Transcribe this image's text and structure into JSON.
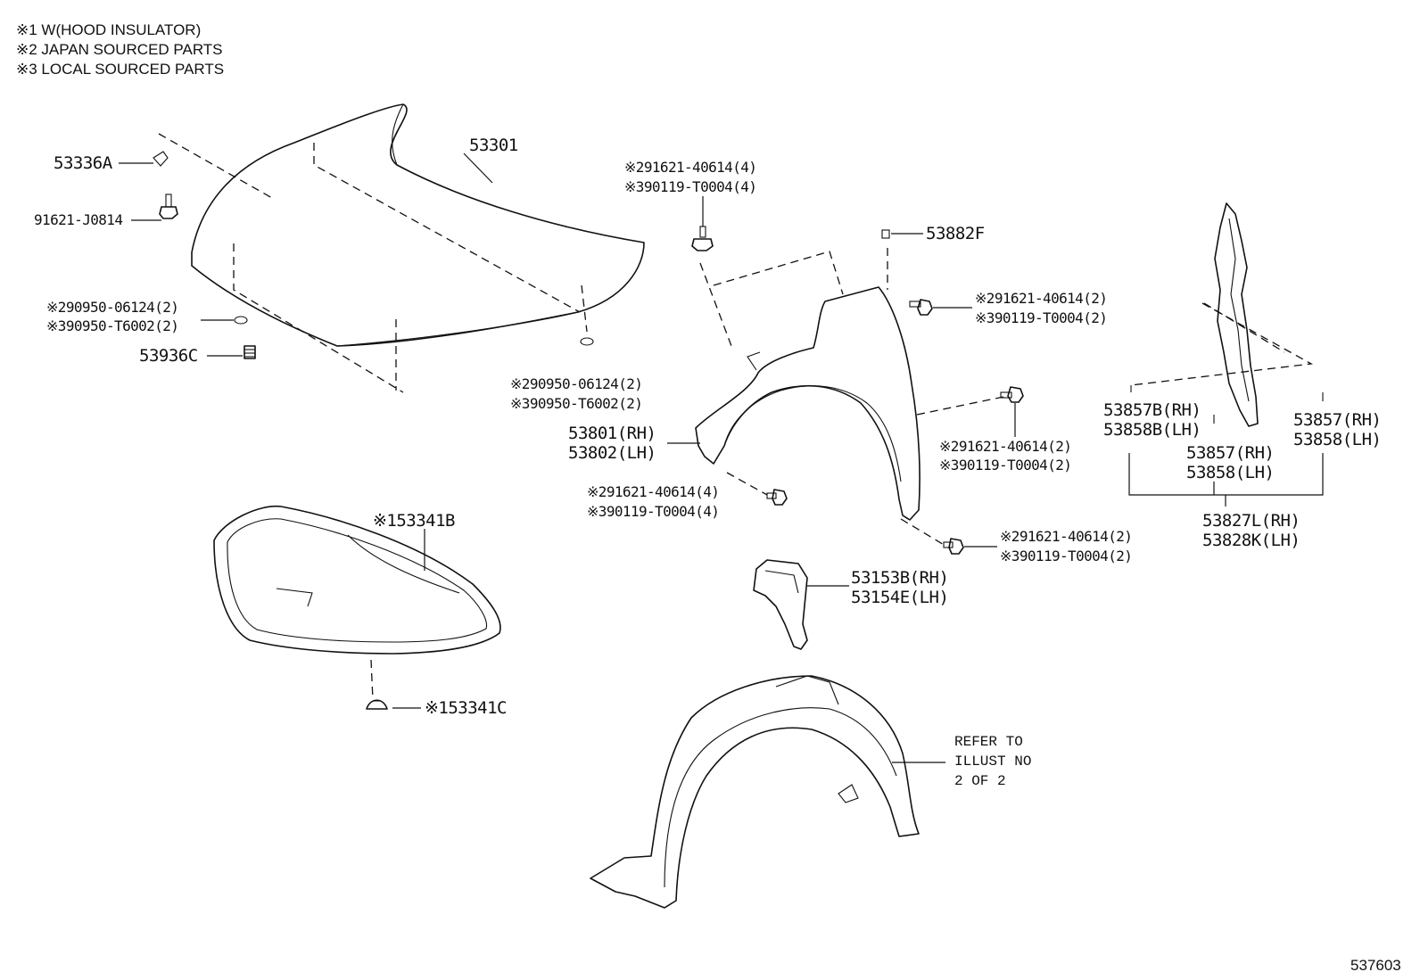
{
  "notes": [
    "※1 W(HOOD INSULATOR)",
    "※2 JAPAN SOURCED PARTS",
    "※3 LOCAL SOURCED PARTS"
  ],
  "labels": {
    "hood": "53301",
    "hood_bracket": "53336A",
    "hood_bolt": "91621-J0814",
    "cushion_left_1": "※290950-06124(2)",
    "cushion_left_2": "※390950-T6002(2)",
    "stopper": "53936C",
    "cushion_right_1": "※290950-06124(2)",
    "cushion_right_2": "※390950-T6002(2)",
    "bolt_top_1": "※291621-40614(4)",
    "bolt_top_2": "※390119-T0004(4)",
    "fender_clip": "53882F",
    "bolt_fender_top_1": "※291621-40614(2)",
    "bolt_fender_top_2": "※390119-T0004(2)",
    "fender_rh": "53801(RH)",
    "fender_lh": "53802(LH)",
    "bolt_fender_mid_1": "※291621-40614(2)",
    "bolt_fender_mid_2": "※390119-T0004(2)",
    "bolt_fender_low_1": "※291621-40614(4)",
    "bolt_fender_low_2": "※390119-T0004(4)",
    "bolt_fender_bot_1": "※291621-40614(2)",
    "bolt_fender_bot_2": "※390119-T0004(2)",
    "insulator": "※153341B",
    "insulator_clip": "※153341C",
    "splash_rh": "53153B(RH)",
    "splash_lh": "53154E(LH)",
    "seal_b_rh": "53857B(RH)",
    "seal_b_lh": "53858B(LH)",
    "seal_c_rh": "53857(RH)",
    "seal_c_lh": "53858(LH)",
    "seal_r_rh": "53857(RH)",
    "seal_r_lh": "53858(LH)",
    "seal_set_rh": "53827L(RH)",
    "seal_set_lh": "53828K(LH)",
    "refer_1": "REFER TO",
    "refer_2": "ILLUST NO",
    "refer_3": "2 OF 2",
    "diagram_id": "537603"
  }
}
